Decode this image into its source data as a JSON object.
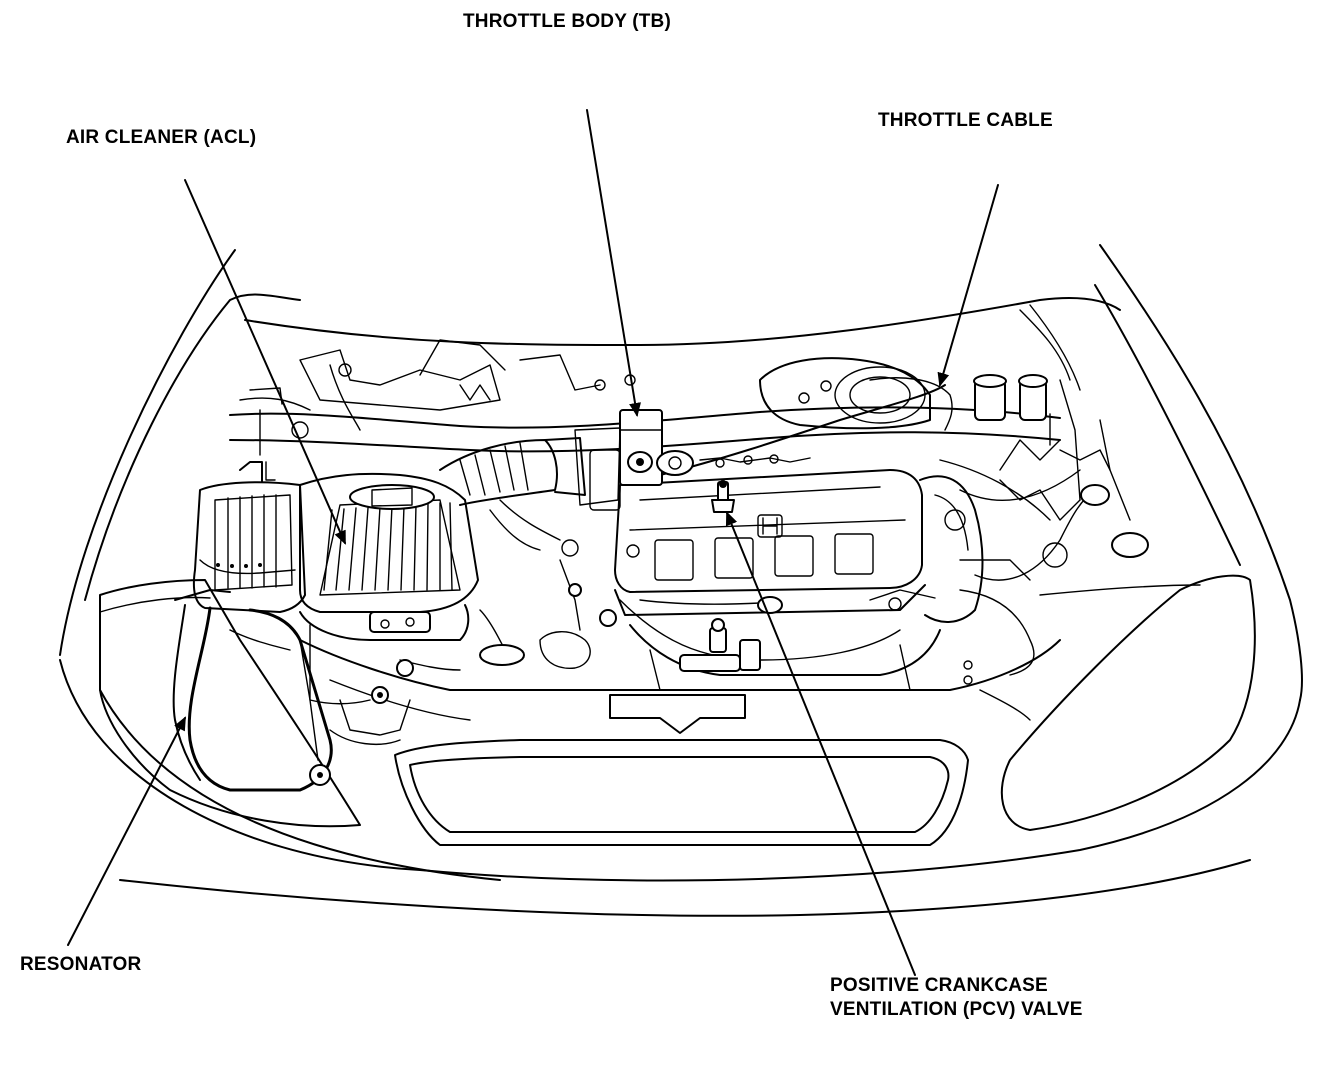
{
  "labels": {
    "throttle_body": "THROTTLE BODY (TB)",
    "air_cleaner": "AIR CLEANER (ACL)",
    "throttle_cable": "THROTTLE CABLE",
    "resonator": "RESONATOR",
    "pcv_line1": "POSITIVE CRANKCASE",
    "pcv_line2": "VENTILATION (PCV) VALVE"
  },
  "colors": {
    "line": "#000000",
    "background": "#ffffff"
  }
}
